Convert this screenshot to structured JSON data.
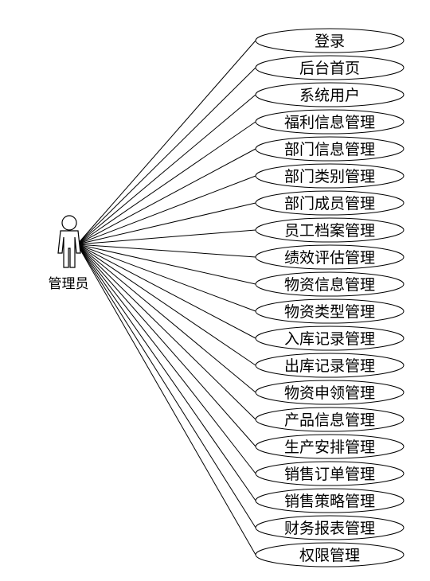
{
  "diagram": {
    "type": "use-case",
    "actor": {
      "label": "管理员",
      "icon": "person-icon"
    },
    "use_cases": [
      "登录",
      "后台首页",
      "系统用户",
      "福利信息管理",
      "部门信息管理",
      "部门类别管理",
      "部门成员管理",
      "员工档案管理",
      "绩效评估管理",
      "物资信息管理",
      "物资类型管理",
      "入库记录管理",
      "出库记录管理",
      "物资申领管理",
      "产品信息管理",
      "生产安排管理",
      "销售订单管理",
      "销售策略管理",
      "财务报表管理",
      "权限管理"
    ]
  }
}
